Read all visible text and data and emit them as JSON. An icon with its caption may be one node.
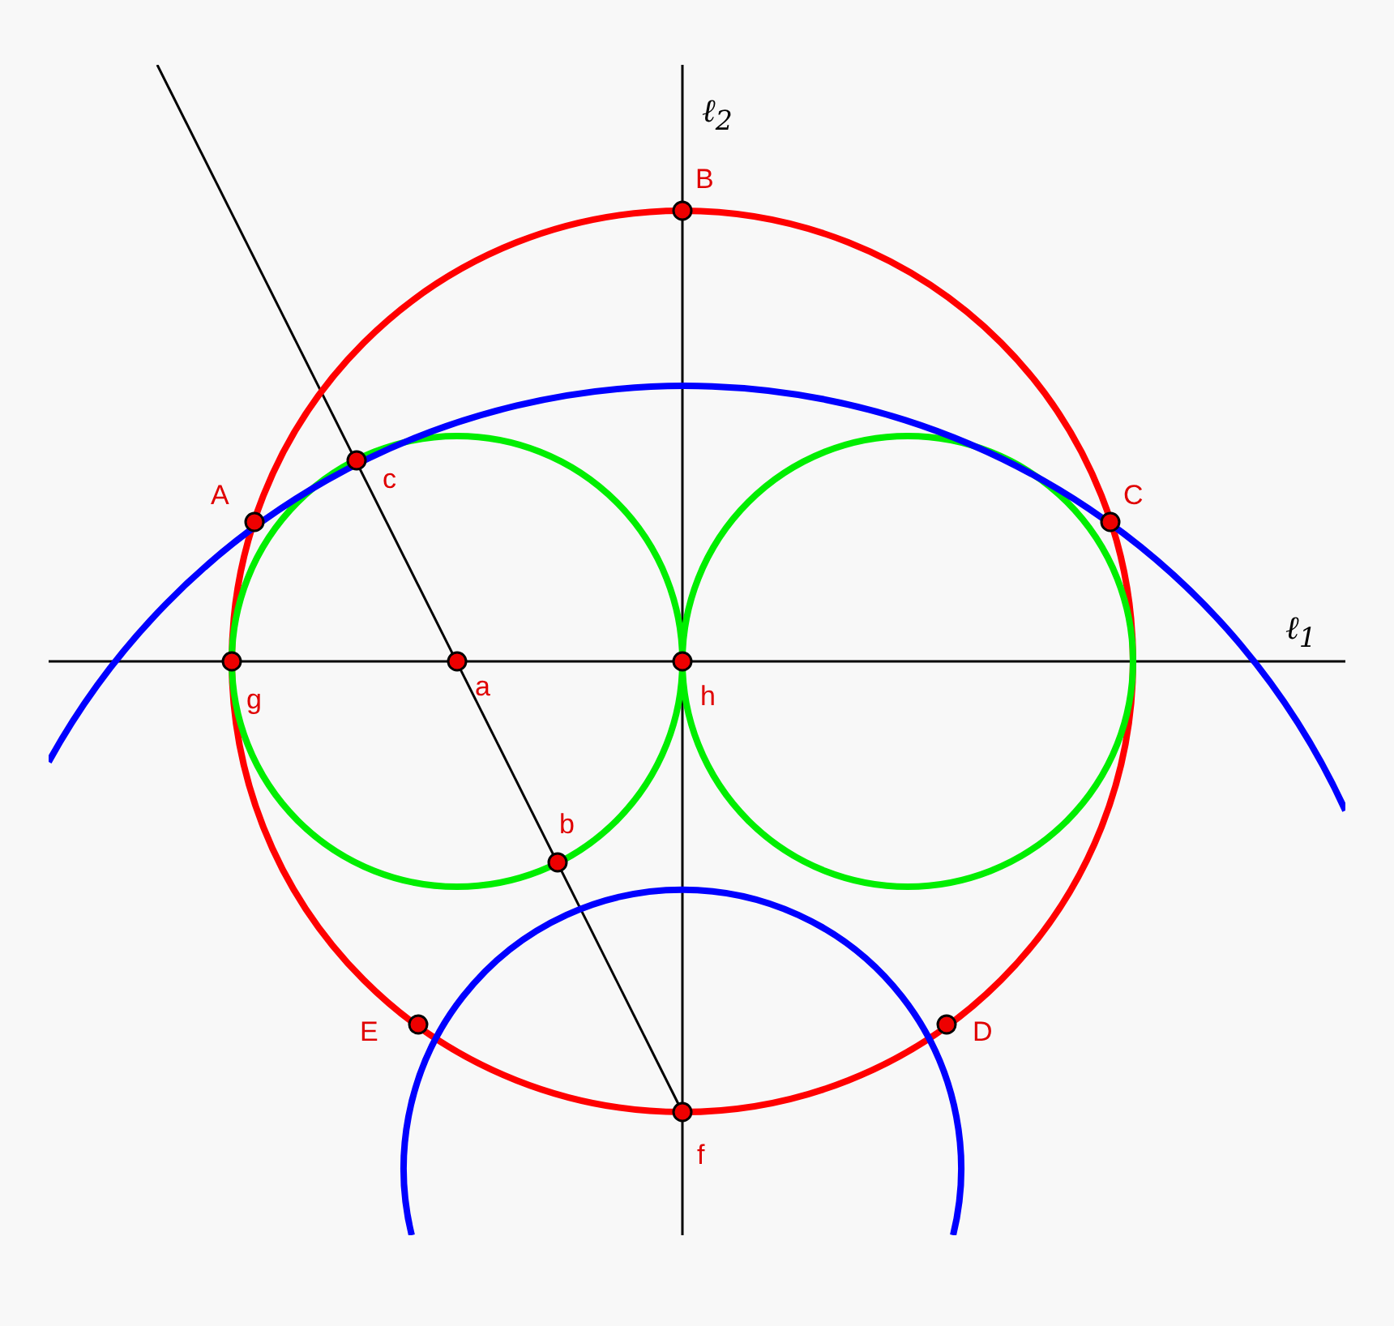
{
  "diagram": {
    "labels": [
      "ℓ$_{2}$",
      "B",
      "A",
      "c",
      "C",
      "ℓ$_{1}$",
      "g",
      "a",
      "h",
      "b",
      "E",
      "D",
      "f"
    ]
  }
}
